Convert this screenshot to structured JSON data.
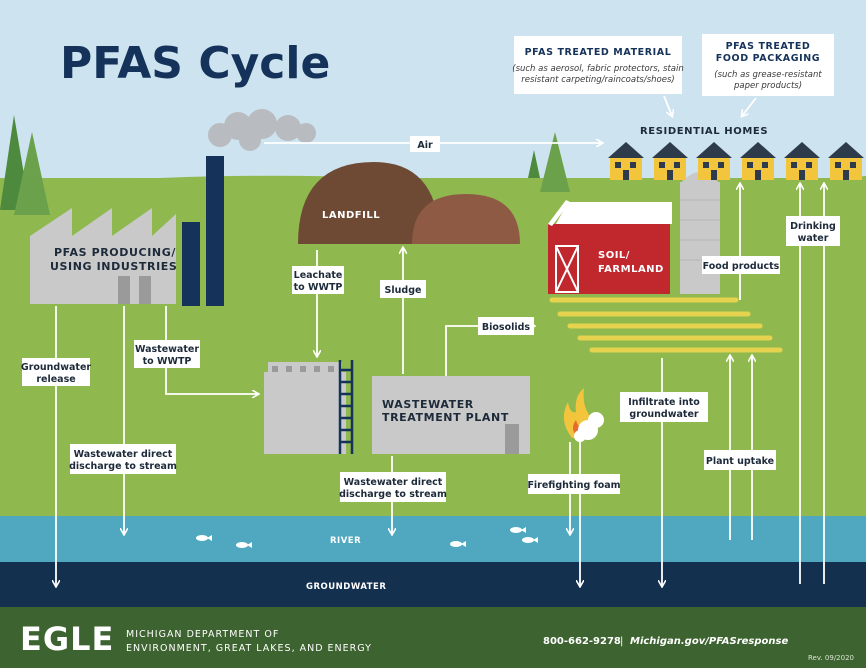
{
  "title": "PFAS Cycle",
  "nodes": {
    "treated_material": {
      "title": "PFAS TREATED MATERIAL",
      "desc_1": "(such as aerosol, fabric protectors, stain",
      "desc_2": "resistant carpeting/raincoats/shoes)"
    },
    "food_packaging": {
      "title_1": "PFAS TREATED",
      "title_2": "FOOD PACKAGING",
      "desc_1": "(such as grease-resistant",
      "desc_2": "paper products)"
    },
    "residential_homes": "RESIDENTIAL HOMES",
    "industries_1": "PFAS PRODUCING/",
    "industries_2": "USING INDUSTRIES",
    "landfill": "LANDFILL",
    "soil_1": "SOIL/",
    "soil_2": "FARMLAND",
    "wwtp_1": "WASTEWATER",
    "wwtp_2": "TREATMENT PLANT",
    "river": "RIVER",
    "groundwater": "GROUNDWATER"
  },
  "labels": {
    "air": "Air",
    "leachate_1": "Leachate",
    "leachate_2": "to WWTP",
    "sludge": "Sludge",
    "biosolids": "Biosolids",
    "groundwater_release_1": "Groundwater",
    "groundwater_release_2": "release",
    "wastewater_wwtp_1": "Wastewater",
    "wastewater_wwtp_2": "to WWTP",
    "ww_direct_1_a": "Wastewater direct",
    "ww_direct_1_b": "discharge to stream",
    "ww_direct_2_a": "Wastewater direct",
    "ww_direct_2_b": "discharge to stream",
    "firefighting_foam": "Firefighting foam",
    "infiltrate_1": "Infiltrate into",
    "infiltrate_2": "groundwater",
    "food_products": "Food products",
    "plant_uptake": "Plant uptake",
    "drinking_1": "Drinking",
    "drinking_2": "water"
  },
  "footer": {
    "logo": "EGLE",
    "dept_1": "MICHIGAN DEPARTMENT OF",
    "dept_2": "ENVIRONMENT, GREAT LAKES, AND ENERGY",
    "phone": "800-662-9278",
    "separator": "|",
    "web": "Michigan.gov/PFASresponse",
    "rev": "Rev. 09/2020"
  },
  "colors": {
    "sky": "#cde3ef",
    "grass": "#8fb84f",
    "river": "#4fa8c0",
    "groundwater": "#14304f",
    "footer": "#3d6330",
    "title": "#14325a",
    "barn": "#c0282e",
    "house": "#f2c53d",
    "landfill_left": "#6e4a35",
    "landfill_right": "#8e5a44",
    "building": "#c9c9c9"
  }
}
